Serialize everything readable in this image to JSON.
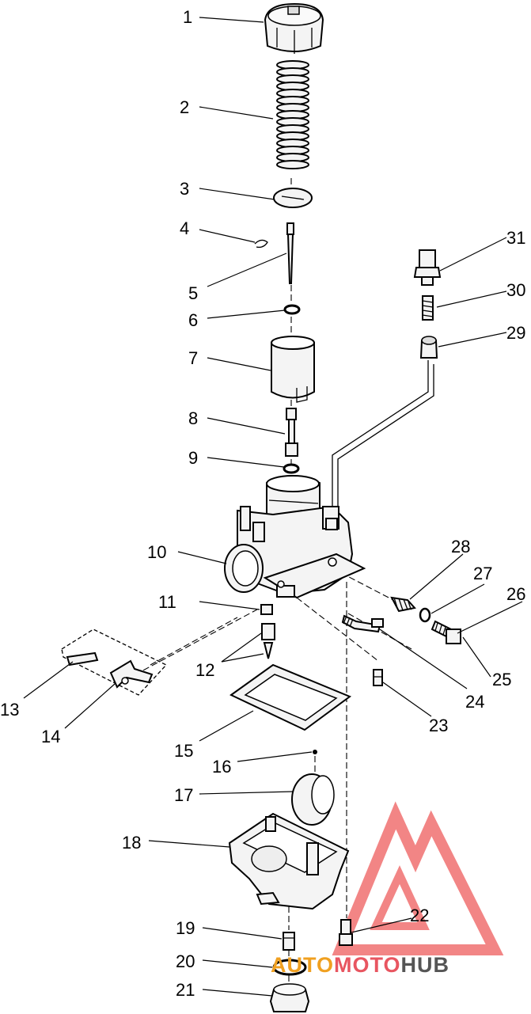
{
  "callouts": [
    {
      "id": "1"
    },
    {
      "id": "2"
    },
    {
      "id": "3"
    },
    {
      "id": "4"
    },
    {
      "id": "5"
    },
    {
      "id": "6"
    },
    {
      "id": "7"
    },
    {
      "id": "8"
    },
    {
      "id": "9"
    },
    {
      "id": "10"
    },
    {
      "id": "11"
    },
    {
      "id": "12"
    },
    {
      "id": "13"
    },
    {
      "id": "14"
    },
    {
      "id": "15"
    },
    {
      "id": "16"
    },
    {
      "id": "17"
    },
    {
      "id": "18"
    },
    {
      "id": "19"
    },
    {
      "id": "20"
    },
    {
      "id": "21"
    },
    {
      "id": "22"
    },
    {
      "id": "23"
    },
    {
      "id": "24"
    },
    {
      "id": "25"
    },
    {
      "id": "26"
    },
    {
      "id": "27"
    },
    {
      "id": "28"
    },
    {
      "id": "29"
    },
    {
      "id": "30"
    },
    {
      "id": "31"
    }
  ],
  "watermark": {
    "part1": "AUTO",
    "part2": "MOTO",
    "part3": "HUB",
    "color1": "#f0a020",
    "color2": "#e85560",
    "color3": "#555555",
    "triangle_color": "#f07070"
  }
}
